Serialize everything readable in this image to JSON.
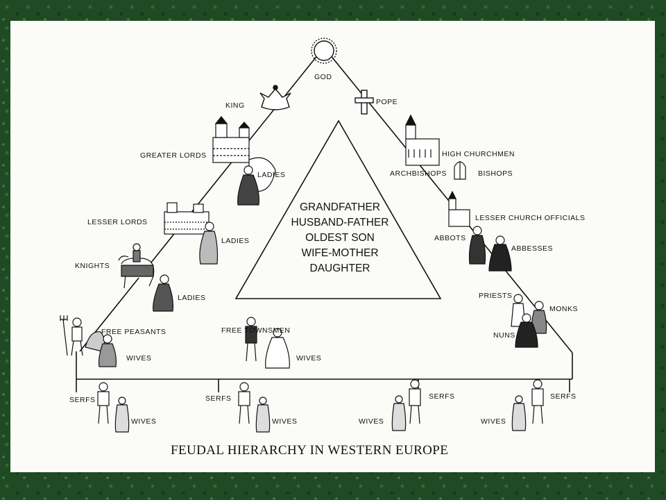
{
  "title": "FEUDAL HIERARCHY IN WESTERN EUROPE",
  "apex": "GOD",
  "secular": {
    "king": "KING",
    "greater_lords": "GREATER LORDS",
    "greater_ladies": "LADIES",
    "lesser_lords": "LESSER LORDS",
    "lesser_ladies": "LADIES",
    "knights": "KNIGHTS",
    "knight_ladies": "LADIES",
    "free_peasants": "FREE PEASANTS",
    "peasant_wives": "WIVES",
    "free_townsmen": "FREE TOWNSMEN",
    "townsmen_wives": "WIVES"
  },
  "church": {
    "pope": "POPE",
    "high_churchmen": "HIGH CHURCHMEN",
    "archbishops": "ARCHBISHOPS",
    "bishops": "BISHOPS",
    "lesser_officials": "LESSER CHURCH OFFICIALS",
    "abbots": "ABBOTS",
    "abbesses": "ABBESSES",
    "priests": "PRIESTS",
    "monks": "MONKS",
    "nuns": "NUNS"
  },
  "family": [
    "GRANDFATHER",
    "HUSBAND-FATHER",
    "OLDEST SON",
    "WIFE-MOTHER",
    "DAUGHTER"
  ],
  "serfs": [
    {
      "serfs": "SERFS",
      "wives": "WIVES"
    },
    {
      "serfs": "SERFS",
      "wives": "WIVES"
    },
    {
      "serfs": "SERFS",
      "wives": "WIVES"
    },
    {
      "serfs": "SERFS",
      "wives": "WIVES"
    }
  ]
}
